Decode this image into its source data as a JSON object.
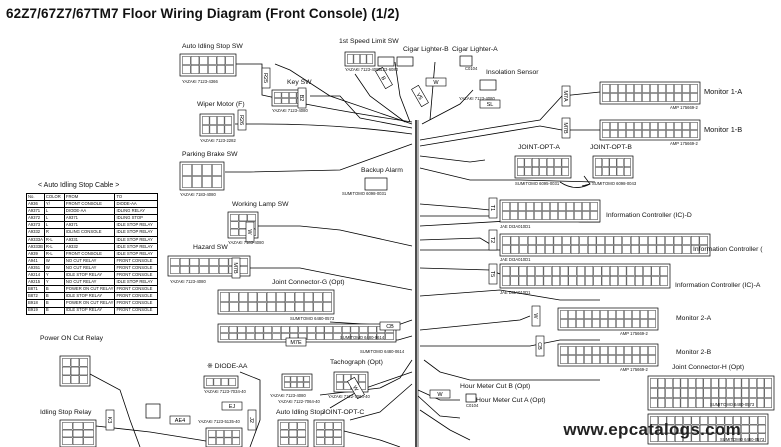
{
  "title": "62Z7/67Z7/67TM7 Floor Wiring Diagram (Front Console) (1/2)",
  "labels": {
    "auto_idling_stop_sw": "Auto Idling Stop SW",
    "first_speed_limit_sw": "1st Speed Limit SW",
    "cigar_lighter_b": "Cigar Lighter-B",
    "cigar_lighter_a": "Cigar Lighter-A",
    "key_sw": "Key SW",
    "insulation_sensor": "Insolation Sensor",
    "monitor_1a": "Monitor 1-A",
    "monitor_1b": "Monitor 1-B",
    "wiper_motor": "Wiper Motor (F)",
    "parking_brake_sw": "Parking Brake SW",
    "joint_opt_a": "JOINT-OPT-A",
    "joint_opt_b": "JOINT-OPT-B",
    "backup_alarm": "Backup Alarm",
    "working_lamp_sw": "Working Lamp SW",
    "ic_d": "Information Controller (IC)-D",
    "hazard_sw": "Hazard SW",
    "ic_cut": "Information Controller (",
    "joint_connector_g": "Joint Connector-G (Opt)",
    "ic_a": "Information Controller (IC)-A",
    "monitor_2a": "Monitor 2-A",
    "monitor_2b": "Monitor 2-B",
    "power_on_cut_relay": "Power ON Cut Relay",
    "diode_aa": "※ DIODE-AA",
    "tachograph": "Tachograph (Opt)",
    "joint_connector_h": "Joint Connector-H (Opt)",
    "hour_meter_b": "Hour Meter Cut B (Opt)",
    "hour_meter_a": "Hour Meter Cut A (Opt)",
    "idling_stop_relay": "Idling Stop Relay",
    "auto_idling_stop": "Auto Idling Stop",
    "joint_opt_c": "JOINT-OPT-C"
  },
  "cable_table": {
    "title": "< Auto Idling Stop Cable >",
    "headers": [
      "No.",
      "COLOR",
      "FROM",
      "TO"
    ],
    "rows": [
      [
        "A936",
        "Y/",
        "FRONT CONSOLE",
        "DIODE-AA"
      ],
      [
        "A9371",
        "L",
        "DIODE-AA",
        "IDLING RELAY"
      ],
      [
        "A9372",
        "L",
        "A9371",
        "IDLING STOP"
      ],
      [
        "A9373",
        "L",
        "A9371",
        "IDLE STOP RELAY"
      ],
      [
        "A9332",
        "R",
        "IDLING CONSOLE",
        "IDLE STOP RELAY"
      ],
      [
        "A9333A",
        "R-L",
        "A9331",
        "IDLE STOP RELAY"
      ],
      [
        "A9333B",
        "R-L",
        "A9332",
        "IDLE STOP RELAY"
      ],
      [
        "A939",
        "R-L",
        "FRONT CONSOLE",
        "IDLE STOP RELAY"
      ],
      [
        "A941",
        "W",
        "NO CUT RELAY",
        "FRONT CONSOLE"
      ],
      [
        "A9351",
        "W",
        "NO CUT RELAY",
        "FRONT CONSOLE"
      ],
      [
        "A9214",
        "Y",
        "IDLE STOP RELAY",
        "FRONT CONSOLE"
      ],
      [
        "A9215",
        "Y",
        "NO CUT RELAY",
        "IDLE STOP RELAY"
      ],
      [
        "B871",
        "B",
        "POWER ON CUT RELAY",
        "FRONT CONSOLE"
      ],
      [
        "B872",
        "B",
        "IDLE STOP RELAY",
        "FRONT CONSOLE"
      ],
      [
        "B918",
        "B",
        "POWER ON CUT RELAY",
        "FRONT CONSOLE"
      ],
      [
        "B919",
        "B",
        "IDLE STOP RELAY",
        "FRONT CONSOLE"
      ]
    ]
  },
  "part_numbers": {
    "p1": "YAZAKI 7123-4366",
    "p2": "YAZAKI 7123-4080",
    "p3": "YAZAKI 7123-4080",
    "p4": "YAZAKI 7123-2282",
    "p5": "YAZAKI 7183-4080",
    "p6": "YAZAKI 7123-4080",
    "p7": "YAZAKI 7183-4080",
    "p8": "YAZAKI 7123-4080",
    "p9": "AMP 175669-2",
    "p10": "AMP 175669-2",
    "p11": "SUMITOMO 6098-0043",
    "p12": "SUMITOMO 6095-0031",
    "p13": "SUMITOMO 6098-0031",
    "p14": "JAE DI3A010D1",
    "p15": "JAE DI3A010D1",
    "p16": "JAE DI3A010D1",
    "p17": "AMP 175669-2",
    "p18": "AMP 175669-2",
    "p19": "SUMITOMO 6480-0573",
    "p20": "SUMITOMO 6480-0614",
    "p21": "YAZAKI 7123-4080",
    "p22": "YAZAKI 7122-7064-40",
    "p23": "SUMITOMO 6480-0573",
    "p24": "SUMITOMO 6480-0573",
    "p25": "SUMITOMO 6480-0614",
    "p26": "YAZAKI 7123-7034-40",
    "p27": "YAZAKI 7123-5135-40",
    "p28": "YAZAKI 7122-7064-40",
    "p29": "C0104",
    "p30": "C0104",
    "p31": "7123-6080"
  },
  "wire_labels": {
    "w1": "R25",
    "w2": "R26",
    "w3": "B",
    "w4": "V5",
    "w5": "B2",
    "w6": "W",
    "w7": "SL",
    "w8": "M7A",
    "w9": "M7B",
    "w10": "T1",
    "w11": "T2",
    "w12": "T5",
    "w13": "W",
    "w14": "CB",
    "w15": "W",
    "w16": "M7B",
    "w17": "CB",
    "w18": "M7E",
    "w19": "W",
    "w20": "W",
    "w21": "J2",
    "w22": "K3",
    "w23": "AE4",
    "w24": "EJ"
  },
  "watermark": "www.epcatalogs.com"
}
